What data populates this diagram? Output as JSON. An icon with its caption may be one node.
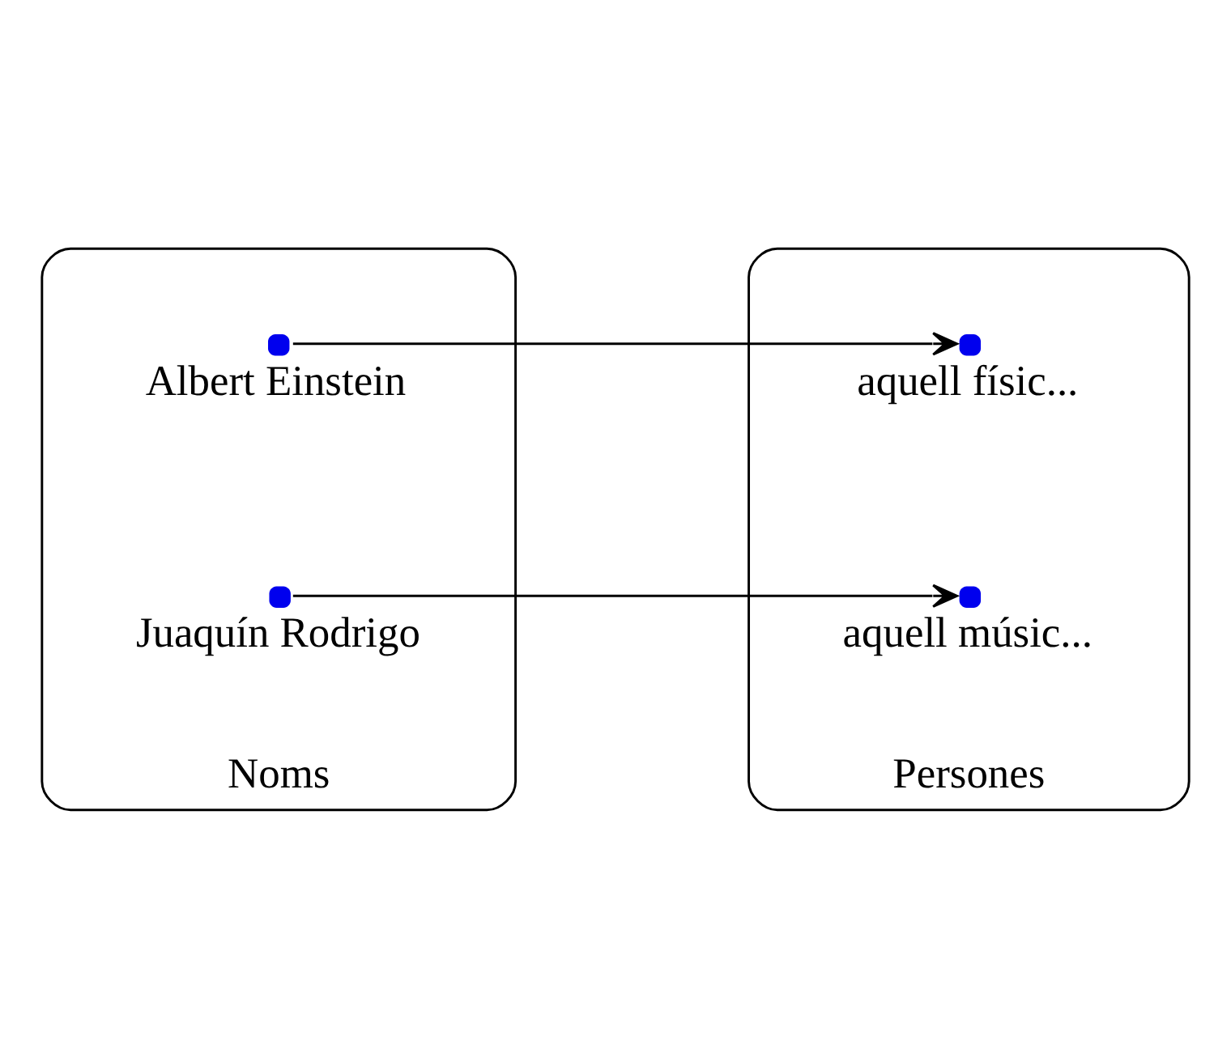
{
  "diagram": {
    "nodes": [
      {
        "text": [
          "Noms"
        ]
      },
      {
        "text": [
          "Albert Einstein"
        ],
        "in": 0
      },
      {
        "text": [
          "Juaquín Rodrigo"
        ],
        "in": 0
      },
      {
        "text": [
          "Persones"
        ]
      },
      {
        "text": [
          "aquell físic..."
        ],
        "in": 3
      },
      {
        "text": [
          "aquell músic..."
        ],
        "in": 3
      }
    ],
    "edges": [
      {
        "from": 1,
        "to": 4,
        "arrow": "to"
      },
      {
        "from": 2,
        "to": 5,
        "arrow": "to"
      }
    ]
  }
}
